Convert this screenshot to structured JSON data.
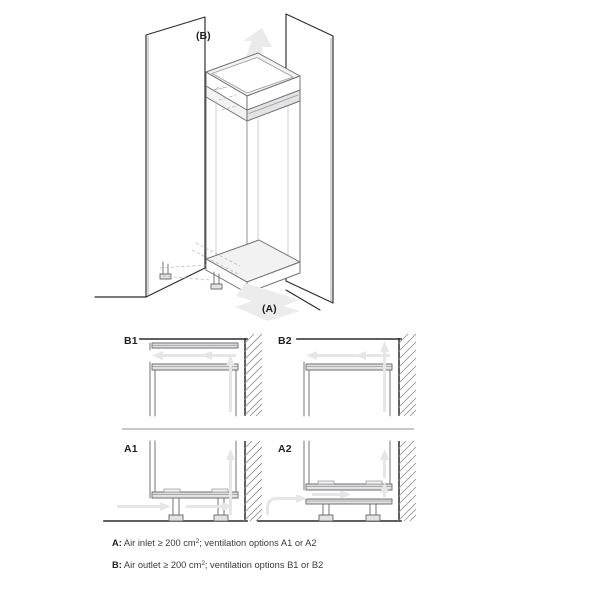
{
  "document": {
    "title": "Built-in refrigerator niche ventilation diagram",
    "background_color": "#ffffff",
    "line_color": "#2b2b2d",
    "arrow_color": "#e6e6e7"
  },
  "isometric": {
    "name": "niche-overview",
    "labels": {
      "air_outlet": "(B)",
      "air_inlet": "(A)"
    }
  },
  "panels": [
    {
      "id": "b1",
      "label": "B1",
      "group": "air-outlet",
      "description": "Air outlet option B1 — vent duct under ceiling, airflow exits left along the top"
    },
    {
      "id": "b2",
      "label": "B2",
      "group": "air-outlet",
      "description": "Air outlet option B2 — airflow rises behind the cabinet and exits left at ceiling"
    },
    {
      "id": "a1",
      "label": "A1",
      "group": "air-inlet",
      "description": "Air inlet option A1 — air enters at the plinth and rises behind the appliance"
    },
    {
      "id": "a2",
      "label": "A2",
      "group": "air-inlet",
      "description": "Air inlet option A2 — air enters at the side of the plinth and rises behind the appliance"
    }
  ],
  "caption": {
    "lines": [
      {
        "key": "A:",
        "text_before": " Air inlet ≥ 200 cm",
        "superscript": "2",
        "text_after": "; ventilation options A1 or A2"
      },
      {
        "key": "B:",
        "text_before": " Air outlet ≥ 200 cm",
        "superscript": "2",
        "text_after": "; ventilation options B1 or B2"
      }
    ]
  }
}
